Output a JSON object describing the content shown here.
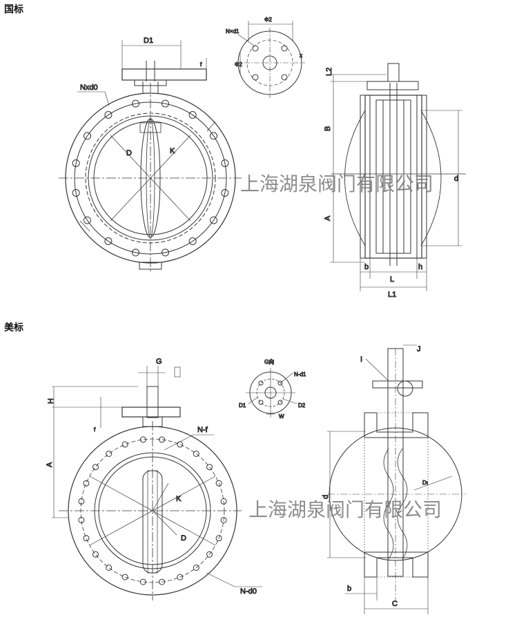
{
  "sections": {
    "gb": {
      "label": "国标"
    },
    "us": {
      "label": "美标"
    }
  },
  "watermark": "上海湖泉阀门有限公司",
  "gb_labels": {
    "D1": "D1",
    "f": "f",
    "Nxd0": "Nxd0",
    "D": "D",
    "K": "K",
    "Nxd1": "N×d1",
    "phi2": "Φ2",
    "x": "x",
    "L2": "L2",
    "B": "B",
    "A": "A",
    "d": "d",
    "b": "b",
    "h": "h",
    "L": "L",
    "L1": "L1"
  },
  "us_labels": {
    "G": "G",
    "H": "H",
    "f": "f",
    "A": "A",
    "Nf": "N-f",
    "K": "K",
    "D": "D",
    "Nd0": "N-d0",
    "Gdir": "G向",
    "Nd1": "N-d1",
    "D1": "D1",
    "D2": "D2",
    "W": "W",
    "J": "J",
    "I": "I",
    "d": "d",
    "Di": "Dı",
    "b": "b",
    "C": "C"
  }
}
